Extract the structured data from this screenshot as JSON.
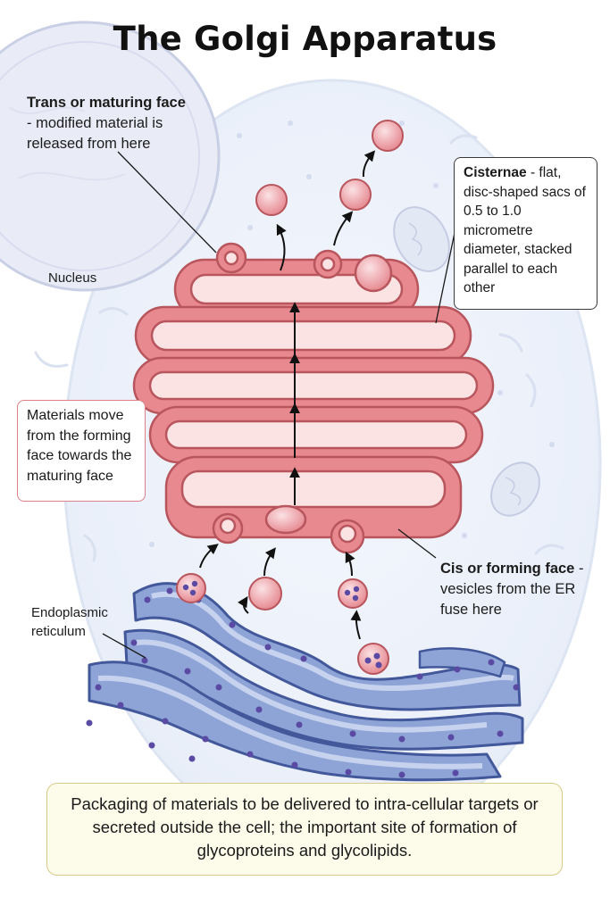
{
  "title": "The Golgi Apparatus",
  "labels": {
    "trans_face_bold": "Trans or maturing face",
    "trans_face_text": " - modified material is released from here",
    "nucleus": "Nucleus",
    "cisternae_bold": "Cisternae",
    "cisternae_text": " - flat, disc-shaped sacs of 0.5 to 1.0 micrometre diameter, stacked parallel to each other",
    "materials_move": "Materials move from the forming face towards the maturing face",
    "cis_face_bold": "Cis or forming face",
    "cis_face_text": " - vesicles from the ER fuse here",
    "er": "Endoplasmic reticulum",
    "summary": "Packaging of materials to be delivered to intra-cellular targets or secreted outside the cell; the important site of formation of glycoproteins and glycolipids."
  },
  "colors": {
    "golgi_fill": "#e8898f",
    "golgi_stroke": "#b8555d",
    "golgi_inner": "#fbe3e4",
    "er_fill": "#8ea4d6",
    "er_stroke": "#42589a",
    "ribosome": "#5a4aa3",
    "summary_bg": "#fdfbe9"
  }
}
